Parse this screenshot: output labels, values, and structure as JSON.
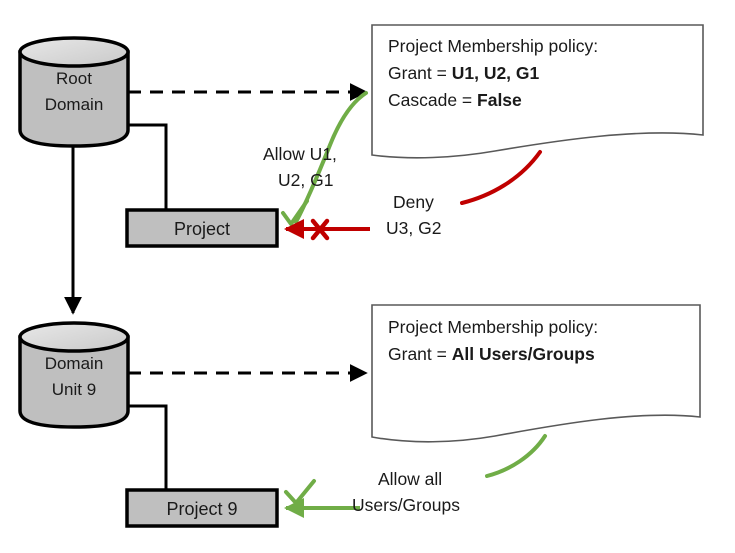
{
  "diagram": {
    "title": "Project Membership policy inheritance diagram",
    "colors": {
      "cylinder_fill": "#BFBFBF",
      "cylinder_top_fill": "#D9D9D9",
      "box_fill": "#BFBFBF",
      "stroke": "#000000",
      "policy_stroke": "#595959",
      "allow_green": "#70AD47",
      "deny_red": "#C00000",
      "text": "#1A1A1A",
      "background": "#FFFFFF"
    },
    "nodes": {
      "root_domain": {
        "label_line1": "Root",
        "label_line2": "Domain"
      },
      "domain_unit_9": {
        "label_line1": "Domain",
        "label_line2": "Unit 9"
      },
      "project": {
        "label": "Project"
      },
      "project_9": {
        "label": "Project 9"
      }
    },
    "policies": {
      "top": {
        "title": "Project Membership policy:",
        "rows": [
          {
            "key": "Grant = ",
            "value": "U1, U2, G1"
          },
          {
            "key": "Cascade = ",
            "value": "False"
          }
        ]
      },
      "bottom": {
        "title": "Project Membership policy:",
        "rows": [
          {
            "key": "Grant = ",
            "value": "All Users/Groups"
          }
        ]
      }
    },
    "annotations": {
      "allow_top": {
        "line1": "Allow U1,",
        "line2": "U2, G1"
      },
      "deny_top": {
        "line1": "Deny",
        "line2": "U3, G2"
      },
      "allow_bottom": {
        "line1": "Allow all",
        "line2": "Users/Groups"
      }
    }
  }
}
